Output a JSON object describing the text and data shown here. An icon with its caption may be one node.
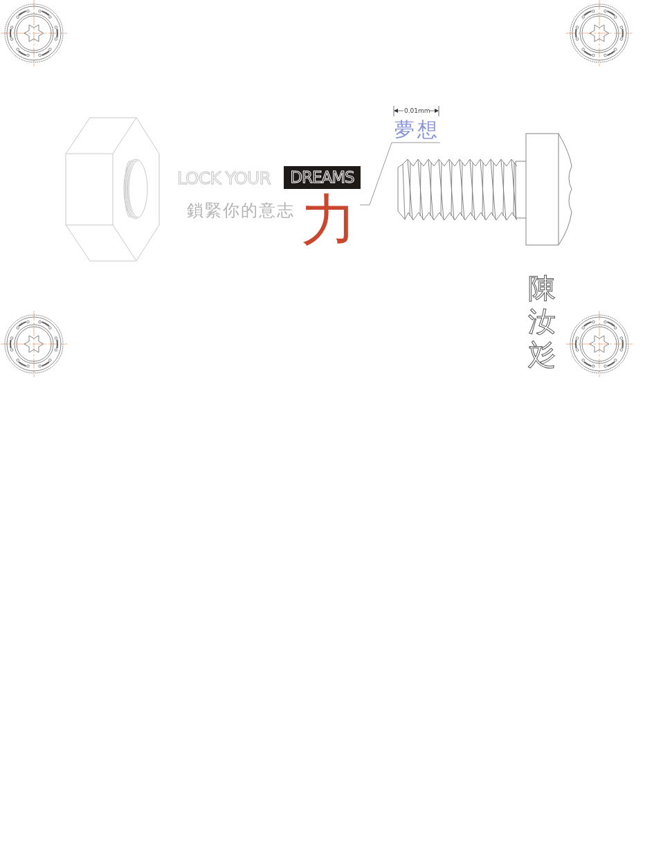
{
  "diagram": {
    "nodes": [
      {
        "text": [
          "DREAMS"
        ]
      },
      {
        "text": [
          "夢想"
        ]
      },
      {
        "text": [
          "力"
        ]
      }
    ],
    "edges": [
      {
        "from": 1,
        "to": 2,
        "arrow": "none"
      }
    ],
    "labels": [
      "0.01mm",
      "LOCK YOUR",
      "鎖緊你的意志",
      "陳汝彣"
    ]
  }
}
